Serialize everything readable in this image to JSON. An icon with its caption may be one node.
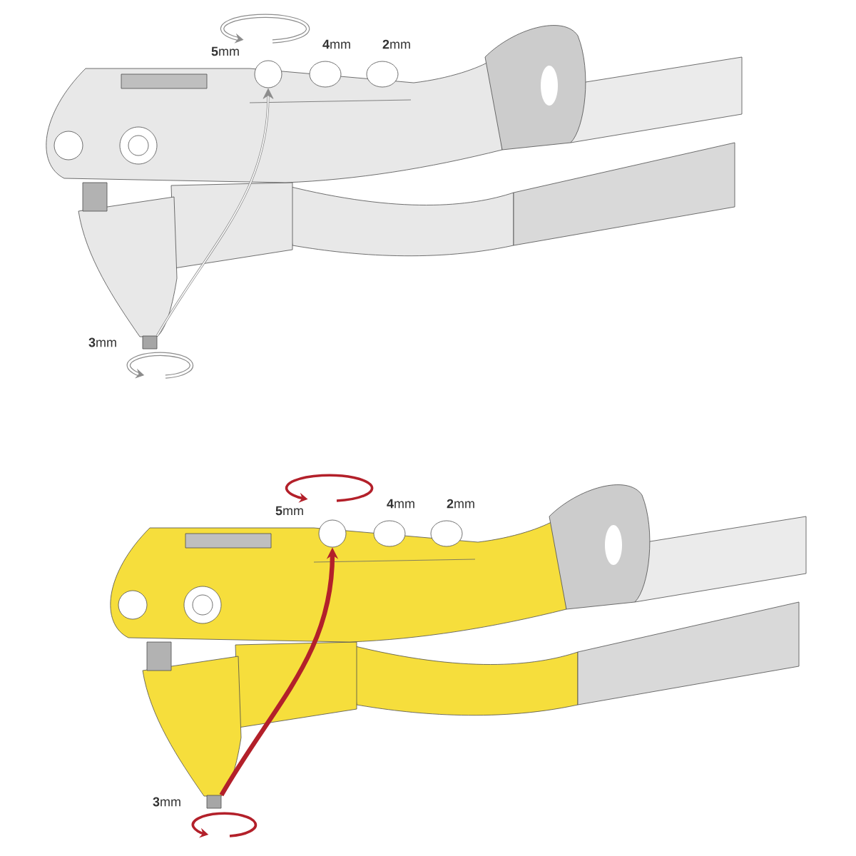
{
  "diagram": {
    "nodes": [
      {
        "text": [],
        "shape": "box"
      },
      {
        "text": [],
        "shape": "circle"
      },
      {
        "text": [],
        "shape": "box"
      },
      {
        "text": [],
        "shape": "circle"
      }
    ],
    "edges": [
      {
        "from": 0,
        "to": 1,
        "arrow": "to"
      },
      {
        "from": 2,
        "to": 3,
        "arrow": "to",
        "style": "thick",
        "color": "#b3202a"
      }
    ],
    "labels": [
      "**5**mm",
      "**4**mm",
      "**2**mm",
      "**3**mm",
      "**5**mm",
      "**4**mm",
      "**2**mm",
      "**3**mm"
    ]
  }
}
